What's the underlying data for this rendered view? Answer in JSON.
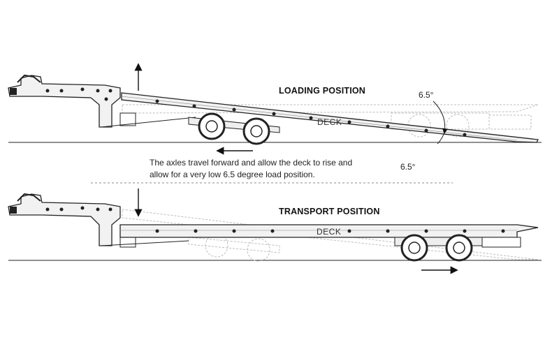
{
  "loading": {
    "title": "LOADING POSITION",
    "deck_label": "DECK",
    "angle_upper": "6.5°",
    "angle_lower": "6.5°"
  },
  "note": {
    "line1": "The axles travel forward and allow the deck to rise and",
    "line2": "allow for a very low 6.5 degree load position."
  },
  "transport": {
    "title": "TRANSPORT POSITION",
    "deck_label": "DECK"
  }
}
